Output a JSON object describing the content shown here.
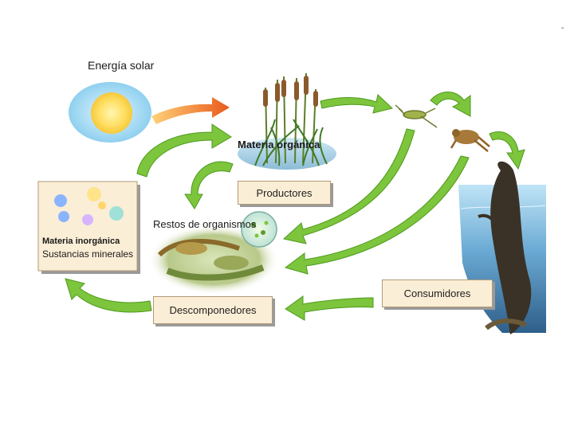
{
  "labels": {
    "solar_energy": "Energía solar",
    "organic_matter": "Materia orgánica",
    "producers": "Productores",
    "remains": "Restos de organismos",
    "inorganic_matter": "Materia inorgánica",
    "mineral_substances": "Sustancias minerales",
    "decomposers": "Descomponedores",
    "consumers": "Consumidores",
    "corner_mark": "-"
  },
  "colors": {
    "arrow_green": "#7cc53c",
    "arrow_green_dark": "#4e9a1e",
    "solar_arrow": "#f08a2a",
    "box_fill": "#fbeed6",
    "sky_blue": "#9fd8f2",
    "sun": "#ffe066",
    "water": "#5a9ccc"
  },
  "icons": [
    "sun-icon",
    "reeds-icon",
    "grasshopper-icon",
    "frog-icon",
    "otter-icon",
    "crystals-icon",
    "remains-icon"
  ]
}
